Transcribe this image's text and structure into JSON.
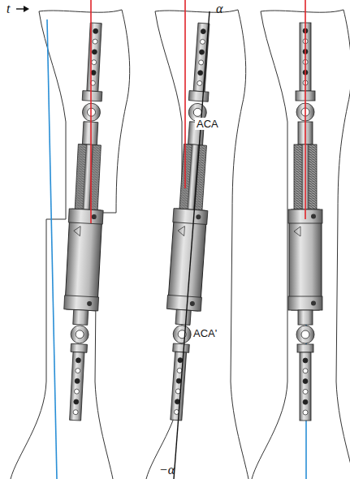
{
  "diagram": {
    "labels": [
      "t",
      "α",
      "ACA",
      "ACA'",
      "−α"
    ]
  }
}
